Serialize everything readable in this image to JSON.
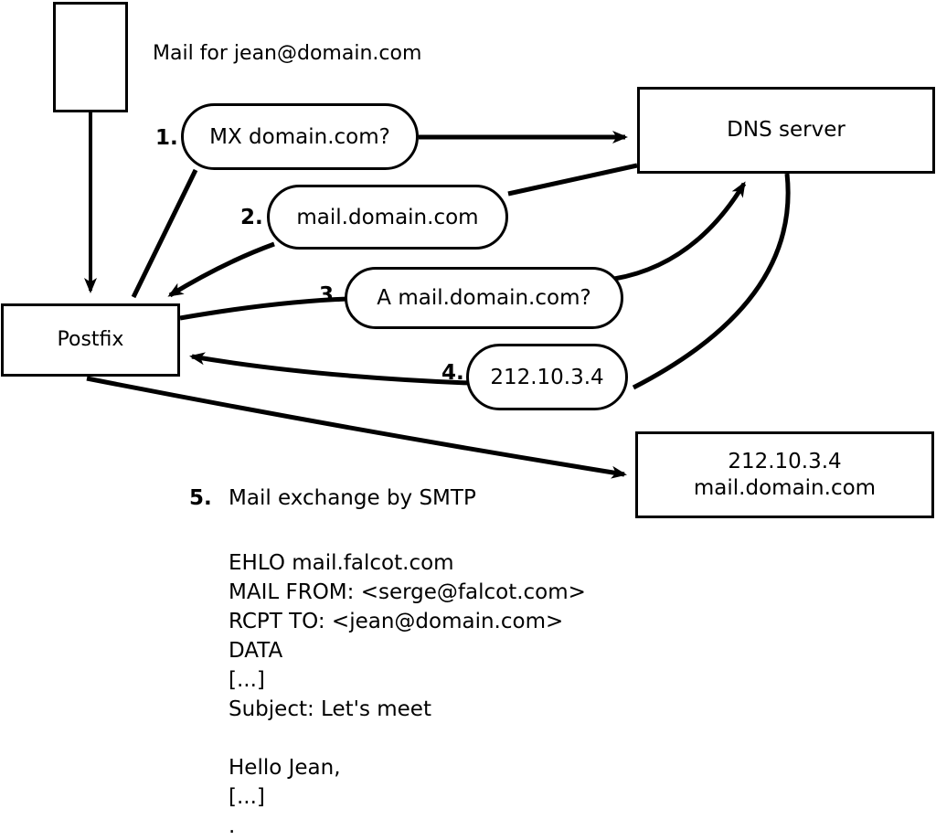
{
  "diagram": {
    "title_note": "Mail for jean@domain.com",
    "colors": {
      "stroke": "#000000",
      "fill": "#ffffff",
      "text": "#000000"
    },
    "nodes": {
      "sender_box": {
        "label": ""
      },
      "postfix_box": {
        "label": "Postfix"
      },
      "dns_box": {
        "label": "DNS server"
      },
      "target_box": {
        "line1": "212.10.3.4",
        "line2": "mail.domain.com"
      }
    },
    "steps": [
      {
        "num": "1.",
        "text": "MX domain.com?"
      },
      {
        "num": "2.",
        "text": "mail.domain.com"
      },
      {
        "num": "3.",
        "text": "A mail.domain.com?"
      },
      {
        "num": "4.",
        "text": "212.10.3.4"
      },
      {
        "num": "5.",
        "text": "Mail exchange by SMTP"
      }
    ],
    "smtp_transcript": [
      "EHLO mail.falcot.com",
      "MAIL FROM: <serge@falcot.com>",
      "RCPT TO: <jean@domain.com>",
      "DATA",
      "[...]",
      "Subject: Let's meet",
      "",
      "Hello Jean,",
      "[...]",
      "."
    ]
  }
}
